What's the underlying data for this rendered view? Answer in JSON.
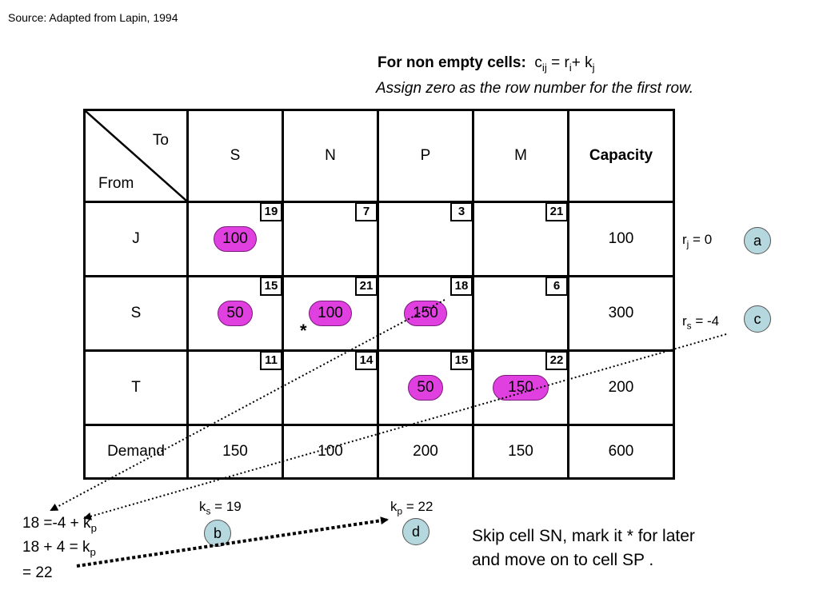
{
  "source": "Source:  Adapted from Lapin, 1994",
  "heading": {
    "bold": "For non empty cells:",
    "formula_c": "c",
    "formula_c_sub": "ij",
    "formula_eq": " = r",
    "formula_r_sub": "i",
    "formula_plus": "+ k",
    "formula_k_sub": "j",
    "subtitle": "Assign zero as the row number for the first row."
  },
  "table": {
    "corner_to": "To",
    "corner_from": "From",
    "columns": [
      "S",
      "N",
      "P",
      "M"
    ],
    "capacity_header": "Capacity",
    "rows": [
      {
        "label": "J",
        "costs": [
          "19",
          "7",
          "3",
          "21"
        ],
        "alloc": [
          "100",
          "",
          "",
          ""
        ],
        "capacity": "100"
      },
      {
        "label": "S",
        "costs": [
          "15",
          "21",
          "18",
          "6"
        ],
        "alloc": [
          "50",
          "100",
          "150",
          ""
        ],
        "capacity": "300"
      },
      {
        "label": "T",
        "costs": [
          "11",
          "14",
          "15",
          "22"
        ],
        "alloc": [
          "",
          "",
          "50",
          "150"
        ],
        "capacity": "200"
      }
    ],
    "demand_label": "Demand",
    "demand": [
      "150",
      "100",
      "200",
      "150"
    ],
    "total": "600",
    "star": "*"
  },
  "row_values": {
    "rj_r": "r",
    "rj_sub": "j",
    "rj_val": " = 0",
    "rs_r": "r",
    "rs_sub": "s",
    "rs_val": " = -4"
  },
  "col_values": {
    "ks_k": "k",
    "ks_sub": "s",
    "ks_val": " = 19",
    "kp_k": "k",
    "kp_sub": "p",
    "kp_val": " = 22"
  },
  "circles": [
    "a",
    "c",
    "b",
    "d"
  ],
  "equations": {
    "line1_a": "18 =-4 + k",
    "line1_sub": "p",
    "line2_a": "18 + 4 = k",
    "line2_sub": "p",
    "line3": "= 22"
  },
  "note": {
    "line1": "Skip cell SN, mark it *  for later",
    "line2": "and move on to cell SP ."
  }
}
